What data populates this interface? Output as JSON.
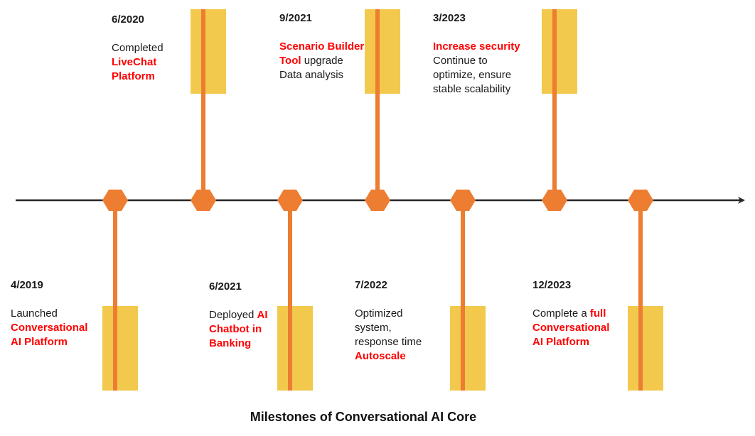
{
  "title": "Milestones of Conversational AI Core",
  "colors": {
    "axis": "#262626",
    "node": "#ed7d31",
    "stem": "#ed7d31",
    "box": "#f2c94c",
    "highlight": "#ff0000",
    "text": "#1a1a1a"
  },
  "milestones": [
    {
      "date": "4/2019",
      "position": "below",
      "parts": [
        {
          "text": "Launched",
          "highlight": false
        },
        {
          "text": "\nConversational\nAI Platform",
          "highlight": true
        }
      ]
    },
    {
      "date": "6/2020",
      "position": "above",
      "parts": [
        {
          "text": "Completed",
          "highlight": false
        },
        {
          "text": "\nLiveChat\nPlatform",
          "highlight": true
        }
      ]
    },
    {
      "date": "6/2021",
      "position": "below",
      "parts": [
        {
          "text": "Deployed ",
          "highlight": false
        },
        {
          "text": "AI\nChatbot in\nBanking",
          "highlight": true
        }
      ]
    },
    {
      "date": "9/2021",
      "position": "above",
      "parts": [
        {
          "text": "Scenario Builder\nTool",
          "highlight": true
        },
        {
          "text": " upgrade\nData analysis",
          "highlight": false
        }
      ]
    },
    {
      "date": "7/2022",
      "position": "below",
      "parts": [
        {
          "text": "Optimized\nsystem,\nresponse time",
          "highlight": false
        },
        {
          "text": "\nAutoscale",
          "highlight": true
        }
      ]
    },
    {
      "date": "3/2023",
      "position": "above",
      "parts": [
        {
          "text": "Increase security",
          "highlight": true
        },
        {
          "text": "\nContinue to\noptimize, ensure\nstable scalability",
          "highlight": false
        }
      ]
    },
    {
      "date": "12/2023",
      "position": "below",
      "parts": [
        {
          "text": "Complete a ",
          "highlight": false
        },
        {
          "text": "full\nConversational\nAI Platform",
          "highlight": true
        }
      ]
    }
  ]
}
